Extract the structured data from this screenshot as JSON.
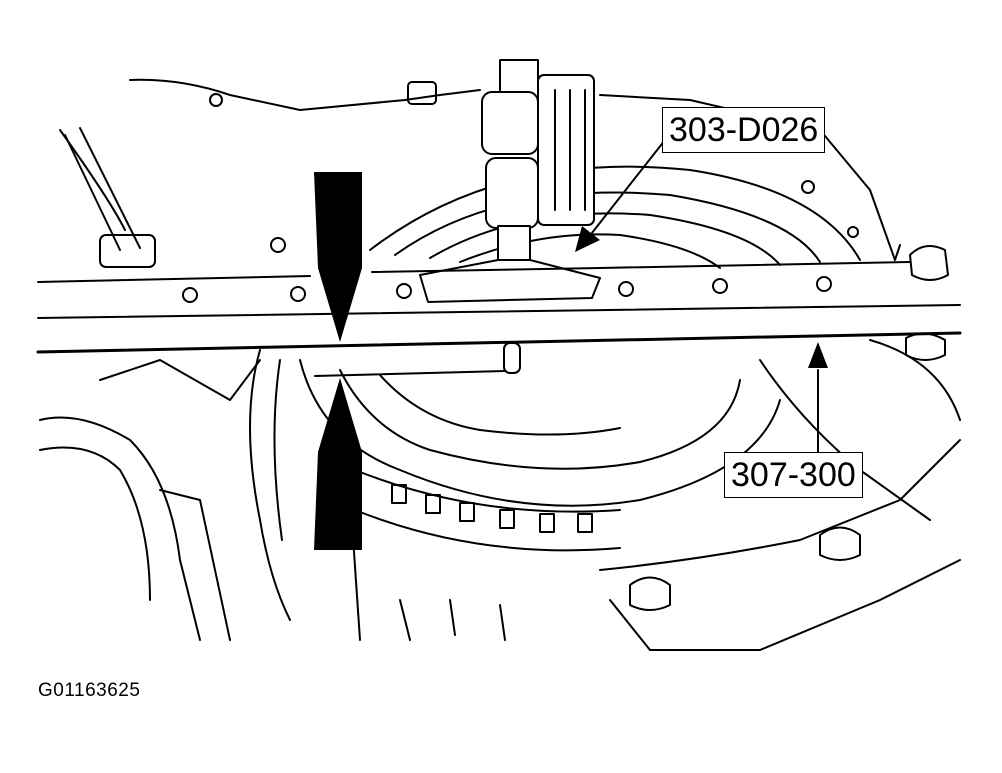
{
  "callouts": {
    "tool_303": "303-D026",
    "tool_307": "307-300"
  },
  "figure_id": "G01163625",
  "colors": {
    "line": "#000000",
    "background": "#ffffff"
  }
}
